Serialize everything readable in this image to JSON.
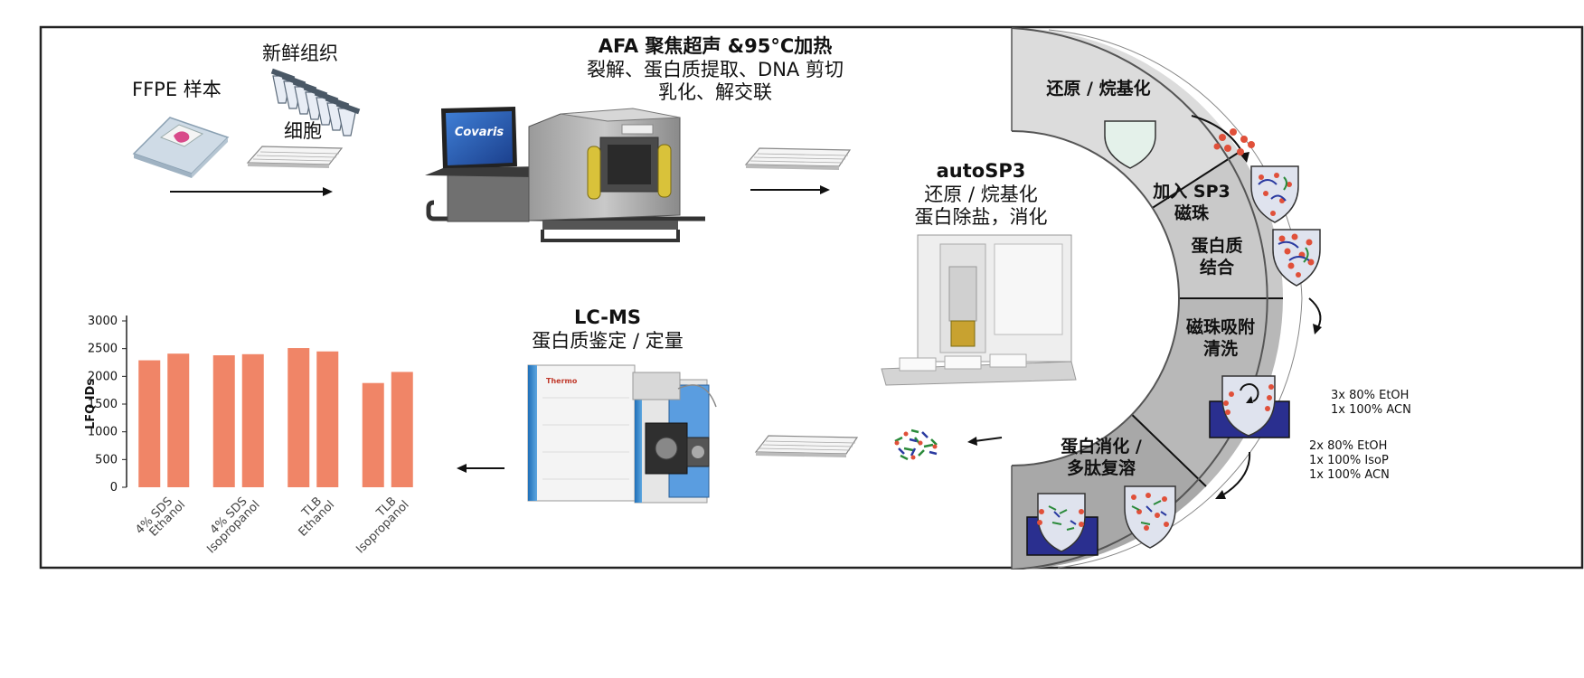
{
  "colors": {
    "bar": "#f08567",
    "sector_light": "#dcdcdc",
    "sector_mid": "#c9c9c9",
    "sector_dark": "#b8b8b8",
    "sector_darker": "#a8a8a8",
    "bead_red": "#e0503a",
    "tube_fill": "#dfe3ee",
    "plate_blue": "#2a2f8f"
  },
  "sample": {
    "ffpe_label": "FFPE 样本",
    "fresh_tissue_label": "新鲜组织",
    "cells_label": "细胞"
  },
  "afa": {
    "title": "AFA 聚焦超声 &95°C加热",
    "line1": "裂解、蛋白质提取、DNA 剪切",
    "line2": "乳化、解交联",
    "instrument_brand": "Covaris"
  },
  "autosp3": {
    "title": "autoSP3",
    "line1": "还原 / 烷基化",
    "line2": "蛋白除盐，消化"
  },
  "lcms": {
    "title": "LC-MS",
    "line1": "蛋白质鉴定 / 定量",
    "instrument_brand": "Thermo"
  },
  "arc": {
    "step1": "还原 / 烷基化",
    "step2_line1": "加入 SP3",
    "step2_line2": "磁珠",
    "step3_line1": "蛋白质",
    "step3_line2": "结合",
    "step4_line1": "磁珠吸附",
    "step4_line2": "清洗",
    "step5_line1": "蛋白消化 /",
    "step5_line2": "多肽复溶",
    "wash1_line1": "3x 80% EtOH",
    "wash1_line2": "1x 100% ACN",
    "wash2_line1": "2x 80% EtOH",
    "wash2_line2": "1x 100% IsoP",
    "wash2_line3": "1x 100% ACN"
  },
  "chart_data": {
    "type": "bar",
    "categories": [
      "4% SDS Ethanol",
      "4% SDS Isopropanol",
      "TLB Ethanol",
      "TLB Isopropanol"
    ],
    "category_lines": [
      [
        "4% SDS",
        "Ethanol"
      ],
      [
        "4% SDS",
        "Isopropanol"
      ],
      [
        "TLB",
        "Ethanol"
      ],
      [
        "TLB",
        "Isopropanol"
      ]
    ],
    "values": [
      [
        2290,
        2410
      ],
      [
        2380,
        2400
      ],
      [
        2510,
        2450
      ],
      [
        1880,
        2080
      ]
    ],
    "ylabel": "LFQ IDs",
    "ylim": [
      0,
      3000
    ],
    "yticks": [
      0,
      500,
      1000,
      1500,
      2000,
      2500,
      3000
    ],
    "grid": false,
    "color": "#f08567"
  }
}
